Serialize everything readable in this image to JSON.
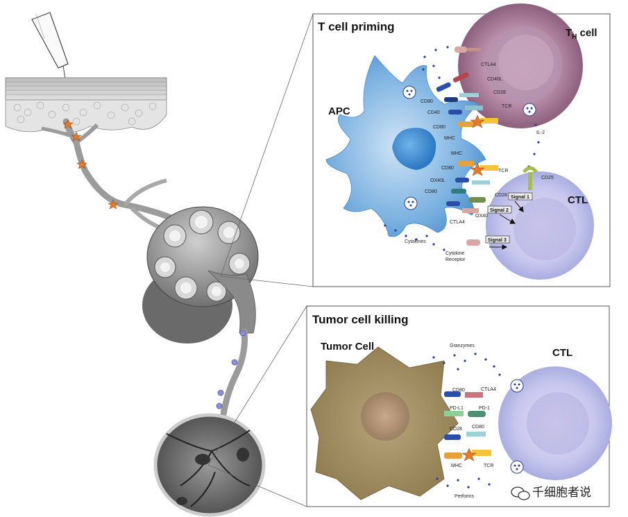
{
  "panels": {
    "priming": {
      "title": "T cell priming",
      "apc": "APC",
      "th_cell": "T",
      "th_cell_sub": "H",
      "th_cell_suffix": " cell",
      "ctl": "CTL",
      "labels": {
        "ctla4_top": "CTLA4",
        "cd40l": "CD40L",
        "cd28_top": "CD28",
        "tcr_top": "TCR",
        "cd80_a": "CD80",
        "cd40": "CD40",
        "cd80_b": "CD80",
        "mhc_a": "MHC",
        "il2": "IL-2",
        "mhc_b": "MHC",
        "tcr_b": "TCR",
        "cd80_c": "CD80",
        "cd25": "CD25",
        "ox40l": "OX40L",
        "cd80_d": "CD80",
        "cd28_b": "CD28",
        "ox40": "OX40",
        "ctla4_b": "CTLA4",
        "cytokines": "Cytokines",
        "cytokine_receptor": "Cytokine\nReceptor"
      },
      "signals": [
        "Signal 1",
        "Signal 2",
        "Signal 3"
      ]
    },
    "killing": {
      "title": "Tumor cell killing",
      "tumor_cell": "Tumor Cell",
      "ctl": "CTL",
      "labels": {
        "granzymes": "Granzymes",
        "cd80_a": "CD80",
        "ctla4": "CTLA4",
        "pdl1": "PD-L1",
        "pd1": "PD-1",
        "cd28": "CD28",
        "cd80_b": "CD80",
        "mhc": "MHC",
        "tcr": "TCR",
        "perforins": "Perforins"
      }
    }
  },
  "watermark": "千细胞者说",
  "colors": {
    "apc": "#5b9bd5",
    "th_cell": "#a57c98",
    "ctl": "#b6b8e6",
    "tumor": "#a08a5c",
    "dots": "#2a3f8f",
    "antigen": "#e7792b"
  }
}
